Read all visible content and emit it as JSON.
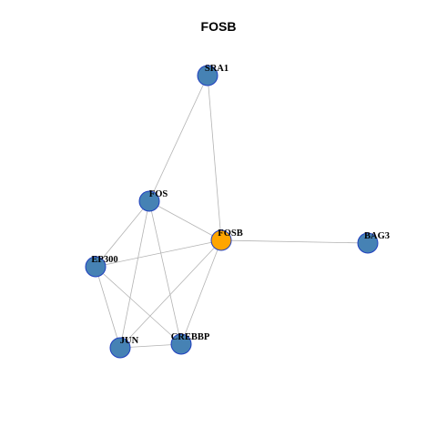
{
  "title": "FOSB",
  "colors": {
    "node_default": "#4682b4",
    "node_focus": "#ffa500",
    "node_border": "#1f3fbf",
    "edge": "#b3b3b3"
  },
  "nodes": [
    {
      "id": "SRA1",
      "label": "SRA1",
      "focus": false
    },
    {
      "id": "FOS",
      "label": "FOS",
      "focus": false
    },
    {
      "id": "FOSB",
      "label": "FOSB",
      "focus": true
    },
    {
      "id": "BAG3",
      "label": "BAG3",
      "focus": false
    },
    {
      "id": "EP300",
      "label": "EP300",
      "focus": false
    },
    {
      "id": "JUN",
      "label": "JUN",
      "focus": false
    },
    {
      "id": "CREBBP",
      "label": "CREBBP",
      "focus": false
    }
  ],
  "edges": [
    [
      "SRA1",
      "FOS"
    ],
    [
      "SRA1",
      "FOSB"
    ],
    [
      "FOS",
      "FOSB"
    ],
    [
      "FOS",
      "EP300"
    ],
    [
      "FOS",
      "JUN"
    ],
    [
      "FOS",
      "CREBBP"
    ],
    [
      "FOSB",
      "BAG3"
    ],
    [
      "FOSB",
      "EP300"
    ],
    [
      "FOSB",
      "JUN"
    ],
    [
      "FOSB",
      "CREBBP"
    ],
    [
      "EP300",
      "JUN"
    ],
    [
      "EP300",
      "CREBBP"
    ],
    [
      "JUN",
      "CREBBP"
    ]
  ]
}
